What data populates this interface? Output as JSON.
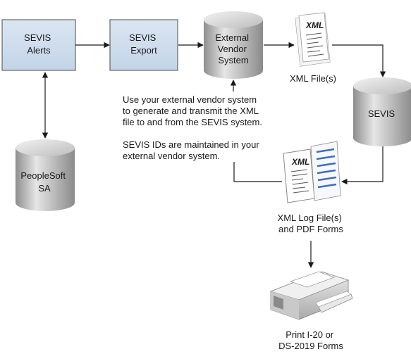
{
  "nodes": {
    "sevis_alerts": "SEVIS\nAlerts",
    "sevis_export": "SEVIS\nExport",
    "external_vendor_system": "External\nVendor\nSystem",
    "xml_files": "XML File(s)",
    "sevis": "SEVIS",
    "peoplesoft_sa": "PeopleSoft\nSA",
    "xml_log_files": "XML Log File(s)\nand PDF Forms",
    "print_forms": "Print I-20 or\nDS-2019 Forms"
  },
  "icons": {
    "xml_doc_tag": "XML",
    "xml_log_tag": "XML"
  },
  "notes": {
    "vendor_generate": "Use your external vendor system\nto generate and transmit the XML\nfile to and from the SEVIS system.",
    "ids_maintained": "SEVIS IDs are maintained in your\nexternal vendor system."
  },
  "colors": {
    "box_fill": "#cfdcec",
    "box_stroke": "#4a4a4a",
    "cylinder_light": "#e4e4e4",
    "cylinder_dark": "#9a9a9a",
    "arrow": "#1a1a1a",
    "form_lines": "#3f6fb8"
  }
}
